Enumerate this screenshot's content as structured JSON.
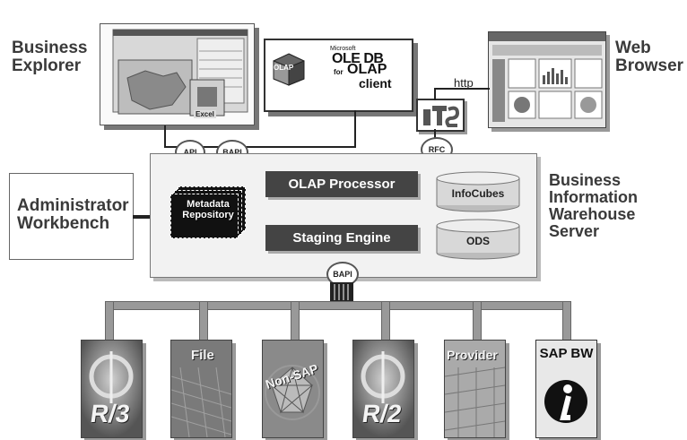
{
  "labels": {
    "business_explorer": [
      "Business",
      "Explorer"
    ],
    "web_browser": [
      "Web",
      "Browser"
    ],
    "admin_workbench": [
      "Administrator",
      "Workbench"
    ],
    "biw_server": [
      "Business",
      "Information",
      "Warehouse",
      "Server"
    ],
    "http": "http"
  },
  "oledb": {
    "microsoft": "Microsoft",
    "ole_db": "OLE DB",
    "for": "for",
    "olap": "OLAP",
    "client": "client",
    "logo_text": "OLAP"
  },
  "explorer_screenshot": {
    "excel_label": "Excel"
  },
  "badges": {
    "api": "API",
    "bapi_top": "BAPI",
    "rfc": "RFC",
    "bapi_bottom": "BAPI"
  },
  "server": {
    "metadata_repository": [
      "Metadata",
      "Repository"
    ],
    "olap_processor": "OLAP Processor",
    "staging_engine": "Staging Engine",
    "infocubes": "InfoCubes",
    "ods": "ODS"
  },
  "sources": [
    {
      "label": "R/3",
      "icon": "r3-icon"
    },
    {
      "label": "File",
      "icon": "file-icon"
    },
    {
      "label": "Non-SAP",
      "icon": "non-sap-icon"
    },
    {
      "label": "R/2",
      "icon": "r2-icon"
    },
    {
      "label": "Provider",
      "icon": "provider-icon"
    },
    {
      "label": "SAP BW",
      "icon": "sap-bw-icon"
    }
  ],
  "colors": {
    "dark_button": "#444444",
    "server_bg": "#f2f2f2",
    "pipe": "#999999",
    "source_bg": "#6e6e6e"
  }
}
